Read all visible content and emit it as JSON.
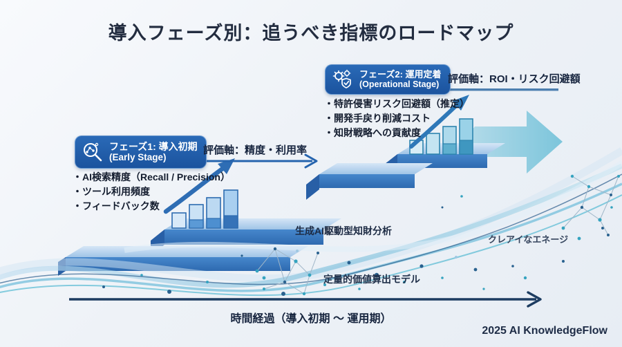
{
  "title": "導入フェーズ別：追うべき指標のロードマップ",
  "phases": [
    {
      "tag": "フェーズ1: 導入初期",
      "tag_en": "(Early Stage)",
      "axis": "評価軸：精度・利用率",
      "bullets": [
        "・AI検索精度（Recall / Precision）",
        "・ツール利用頻度",
        "・フィードバック数"
      ]
    },
    {
      "tag": "フェーズ2: 運用定着",
      "tag_en": "(Operational Stage)",
      "axis": "評価軸：ROI・リスク回避額",
      "bullets": [
        "・特許侵害リスク回避額（推定）",
        "・開発手戻り削減コスト",
        "・知財戦略への貢献度"
      ]
    }
  ],
  "annotations": {
    "center": "生成AI駆動型知財分析",
    "lower": "定量的価値算出モデル",
    "right": "クレアイなエネージ"
  },
  "timeline": {
    "label": "時間経過（導入初期 〜 運用期）"
  },
  "footer": "2025 AI KnowledgeFlow",
  "colors": {
    "accent_blue": "#2e6db4",
    "badge_blue": "#1f5ca8",
    "step_front": "#3d7ec4",
    "step_top": "#b5d3ee",
    "light_arrow": "#8ccadd",
    "navy": "#1d3c61",
    "teal_dot": "#35a3bf"
  }
}
